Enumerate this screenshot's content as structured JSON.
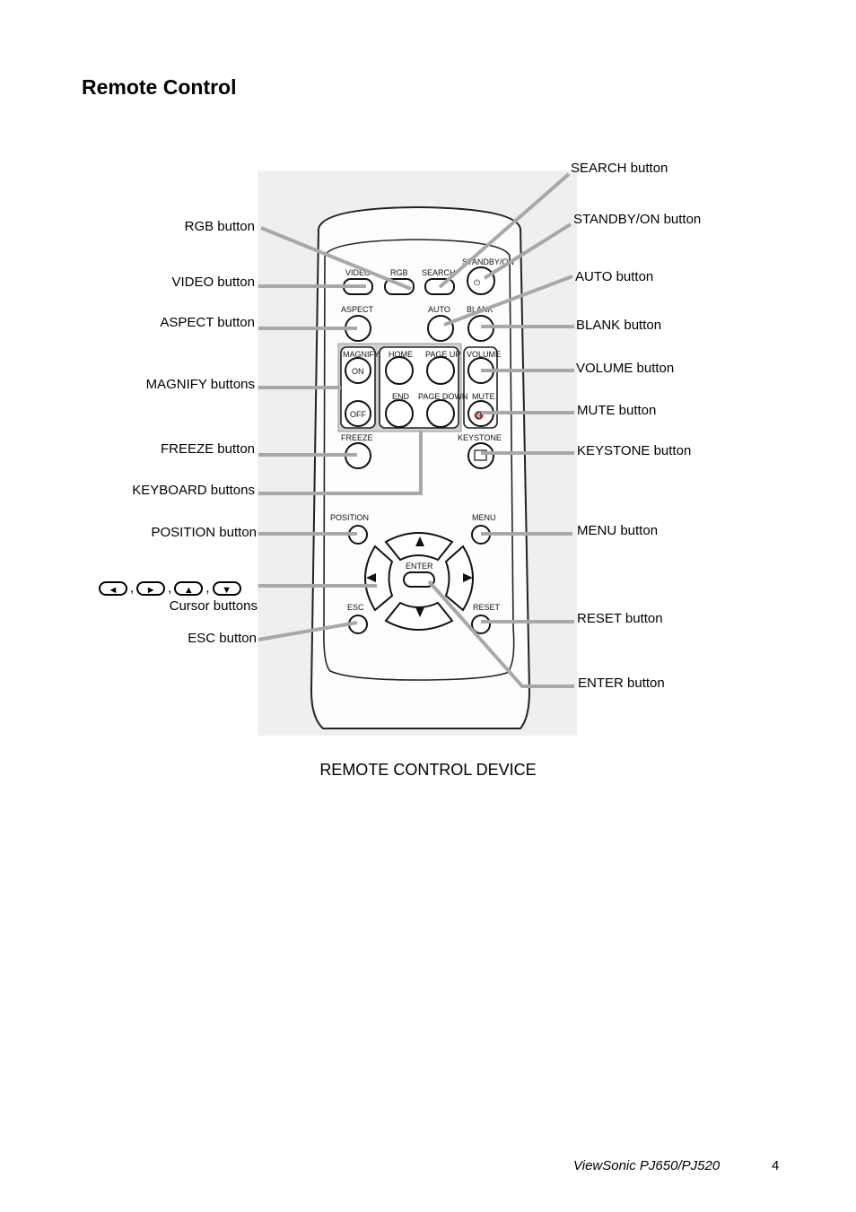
{
  "heading": "Remote Control",
  "caption": "REMOTE CONTROL DEVICE",
  "footer": {
    "product": "ViewSonic  PJ650/PJ520",
    "page": "4"
  },
  "callouts_left": [
    "RGB button",
    "VIDEO button",
    "ASPECT button",
    "MAGNIFY buttons",
    "FREEZE button",
    "KEYBOARD buttons",
    "POSITION button",
    "Cursor buttons",
    "ESC button"
  ],
  "callouts_right": [
    "SEARCH button",
    "STANDBY/ON button",
    "AUTO button",
    "BLANK button",
    "VOLUME button",
    "MUTE button",
    "KEYSTONE button",
    "MENU button",
    "RESET button",
    "ENTER button"
  ],
  "cursor_keys": {
    "sep": ",",
    "left": "◄",
    "right": "►",
    "up": "▲",
    "down": "▼"
  },
  "remote_labels": {
    "video": "VIDEO",
    "rgb": "RGB",
    "search": "SEARCH",
    "standby": "STANDBY/ON",
    "aspect": "ASPECT",
    "auto": "AUTO",
    "blank": "BLANK",
    "magnify": "MAGNIFY",
    "on": "ON",
    "off": "OFF",
    "home": "HOME",
    "page_up": "PAGE UP",
    "volume": "VOLUME",
    "end": "END",
    "page_down": "PAGE DOWN",
    "mute": "MUTE",
    "freeze": "FREEZE",
    "keystone": "KEYSTONE",
    "position": "POSITION",
    "menu": "MENU",
    "enter": "ENTER",
    "esc": "ESC",
    "reset": "RESET"
  }
}
